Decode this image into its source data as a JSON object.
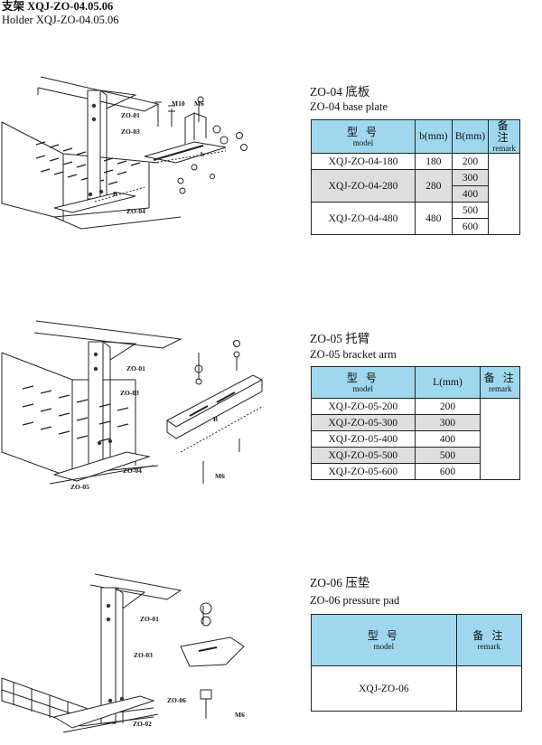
{
  "header": {
    "line1": "支架  XQJ-ZO-04.05.06",
    "line2": "Holder XQJ-ZO-04.05.06"
  },
  "sections": [
    {
      "title": "ZO-04 底板",
      "subtitle": "ZO-04 base plate",
      "table": {
        "h_model_zh": "型 号",
        "h_model_en": "model",
        "h_b": "b(mm)",
        "h_B": "B(mm)",
        "h_remark_zh": "备 注",
        "h_remark_en": "remark",
        "rows": [
          {
            "model": "XQJ-ZO-04-180",
            "b": "180",
            "B": [
              "200"
            ]
          },
          {
            "model": "XQJ-ZO-04-280",
            "b": "280",
            "B": [
              "300",
              "400"
            ]
          },
          {
            "model": "XQJ-ZO-04-480",
            "b": "480",
            "B": [
              "500",
              "600"
            ]
          }
        ]
      },
      "drawing_labels": [
        "ZO-01",
        "ZO-03",
        "ZO-04",
        "M10",
        "M6",
        "B",
        "b"
      ]
    },
    {
      "title": "ZO-05 托臂",
      "subtitle": "ZO-05 bracket arm",
      "table": {
        "h_model_zh": "型 号",
        "h_model_en": "model",
        "h_L": "L(mm)",
        "h_remark_zh": "备 注",
        "h_remark_en": "remark",
        "rows": [
          {
            "model": "XQJ-ZO-05-200",
            "L": "200"
          },
          {
            "model": "XQJ-ZO-05-300",
            "L": "300"
          },
          {
            "model": "XQJ-ZO-05-400",
            "L": "400"
          },
          {
            "model": "XQJ-ZO-05-500",
            "L": "500"
          },
          {
            "model": "XQJ-ZO-05-600",
            "L": "600"
          }
        ]
      },
      "drawing_labels": [
        "ZO-01",
        "ZO-03",
        "ZO-04",
        "ZO-05",
        "B",
        "M6"
      ]
    },
    {
      "title": "ZO-06 压垫",
      "subtitle": "ZO-06 pressure pad",
      "table": {
        "h_model_zh": "型 号",
        "h_model_en": "model",
        "h_remark_zh": "备 注",
        "h_remark_en": "remark",
        "rows": [
          {
            "model": "XQJ-ZO-06"
          }
        ]
      },
      "drawing_labels": [
        "ZO-01",
        "ZO-03",
        "ZO-06",
        "ZO-02",
        "M6"
      ]
    }
  ]
}
